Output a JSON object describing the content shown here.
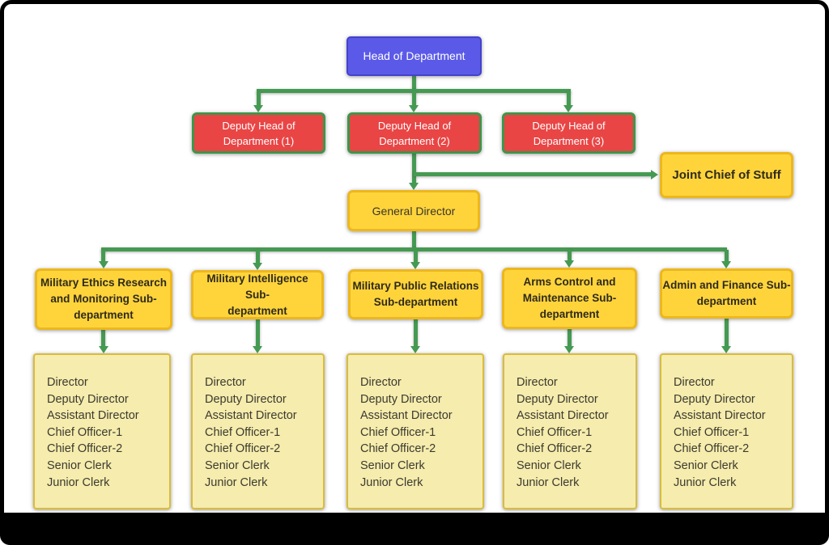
{
  "diagram": {
    "head": {
      "label": "Head of Department"
    },
    "deputies": [
      {
        "lines": [
          "Deputy Head of",
          "Department (1)"
        ]
      },
      {
        "lines": [
          "Deputy Head of",
          "Department (2)"
        ]
      },
      {
        "lines": [
          "Deputy Head of",
          "Department (3)"
        ]
      }
    ],
    "joint": {
      "label": "Joint Chief of Stuff"
    },
    "general": {
      "label": "General Director"
    },
    "subdepartments": [
      {
        "lines": [
          "Military Ethics Research",
          "and Monitoring Sub-",
          "department"
        ]
      },
      {
        "lines": [
          "Military Intelligence Sub-",
          "department"
        ]
      },
      {
        "lines": [
          "Military Public Relations",
          "Sub-department"
        ]
      },
      {
        "lines": [
          "Arms Control and",
          "Maintenance Sub-",
          "department"
        ]
      },
      {
        "lines": [
          "Admin and Finance Sub-",
          "department"
        ]
      }
    ],
    "staff_lists": [
      {
        "items": [
          "Director",
          "Deputy Director",
          "Assistant Director",
          "Chief Officer-1",
          "Chief Officer-2",
          "Senior Clerk",
          "Junior Clerk"
        ]
      },
      {
        "items": [
          "Director",
          "Deputy Director",
          "Assistant Director",
          "Chief Officer-1",
          "Chief Officer-2",
          "Senior Clerk",
          "Junior Clerk"
        ]
      },
      {
        "items": [
          "Director",
          "Deputy Director",
          "Assistant Director",
          "Chief Officer-1",
          "Chief Officer-2",
          "Senior Clerk",
          "Junior Clerk"
        ]
      },
      {
        "items": [
          "Director",
          "Deputy Director",
          "Assistant Director",
          "Chief Officer-1",
          "Chief Officer-2",
          "Senior Clerk",
          "Junior Clerk"
        ]
      },
      {
        "items": [
          "Director",
          "Deputy Director",
          "Assistant Director",
          "Chief Officer-1",
          "Chief Officer-2",
          "Senior Clerk",
          "Junior Clerk"
        ]
      }
    ],
    "colors": {
      "head_fill": "#5b5ae8",
      "head_border": "#4442cc",
      "deputy_fill": "#e94545",
      "deputy_border_green": "#3e9549",
      "gold_fill": "#ffd43b",
      "gold_border": "#edb71d",
      "list_fill": "#f5ecad",
      "list_border": "#d9bc3c",
      "connector_green": "#459a52",
      "text_light": "#ffffff",
      "text_dark": "#2e2a1c",
      "frame_black": "#000000"
    }
  }
}
